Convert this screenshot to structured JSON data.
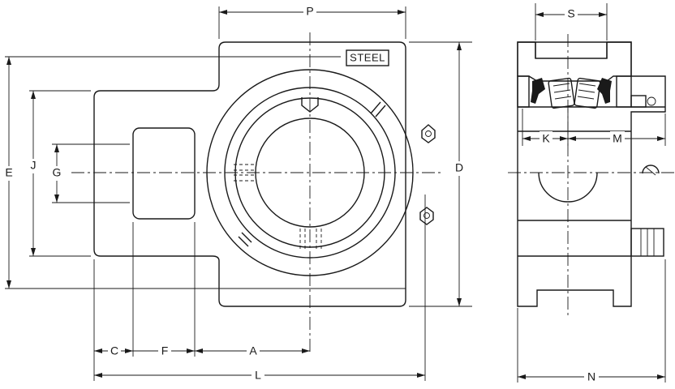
{
  "drawing": {
    "material_mark": "STEEL",
    "front_view_dimensions": {
      "P": "P",
      "E": "E",
      "J": "J",
      "G": "G",
      "D": "D",
      "C": "C",
      "F": "F",
      "A": "A",
      "L": "L"
    },
    "side_view_dimensions": {
      "S": "S",
      "K": "K",
      "M": "M",
      "N": "N"
    }
  }
}
